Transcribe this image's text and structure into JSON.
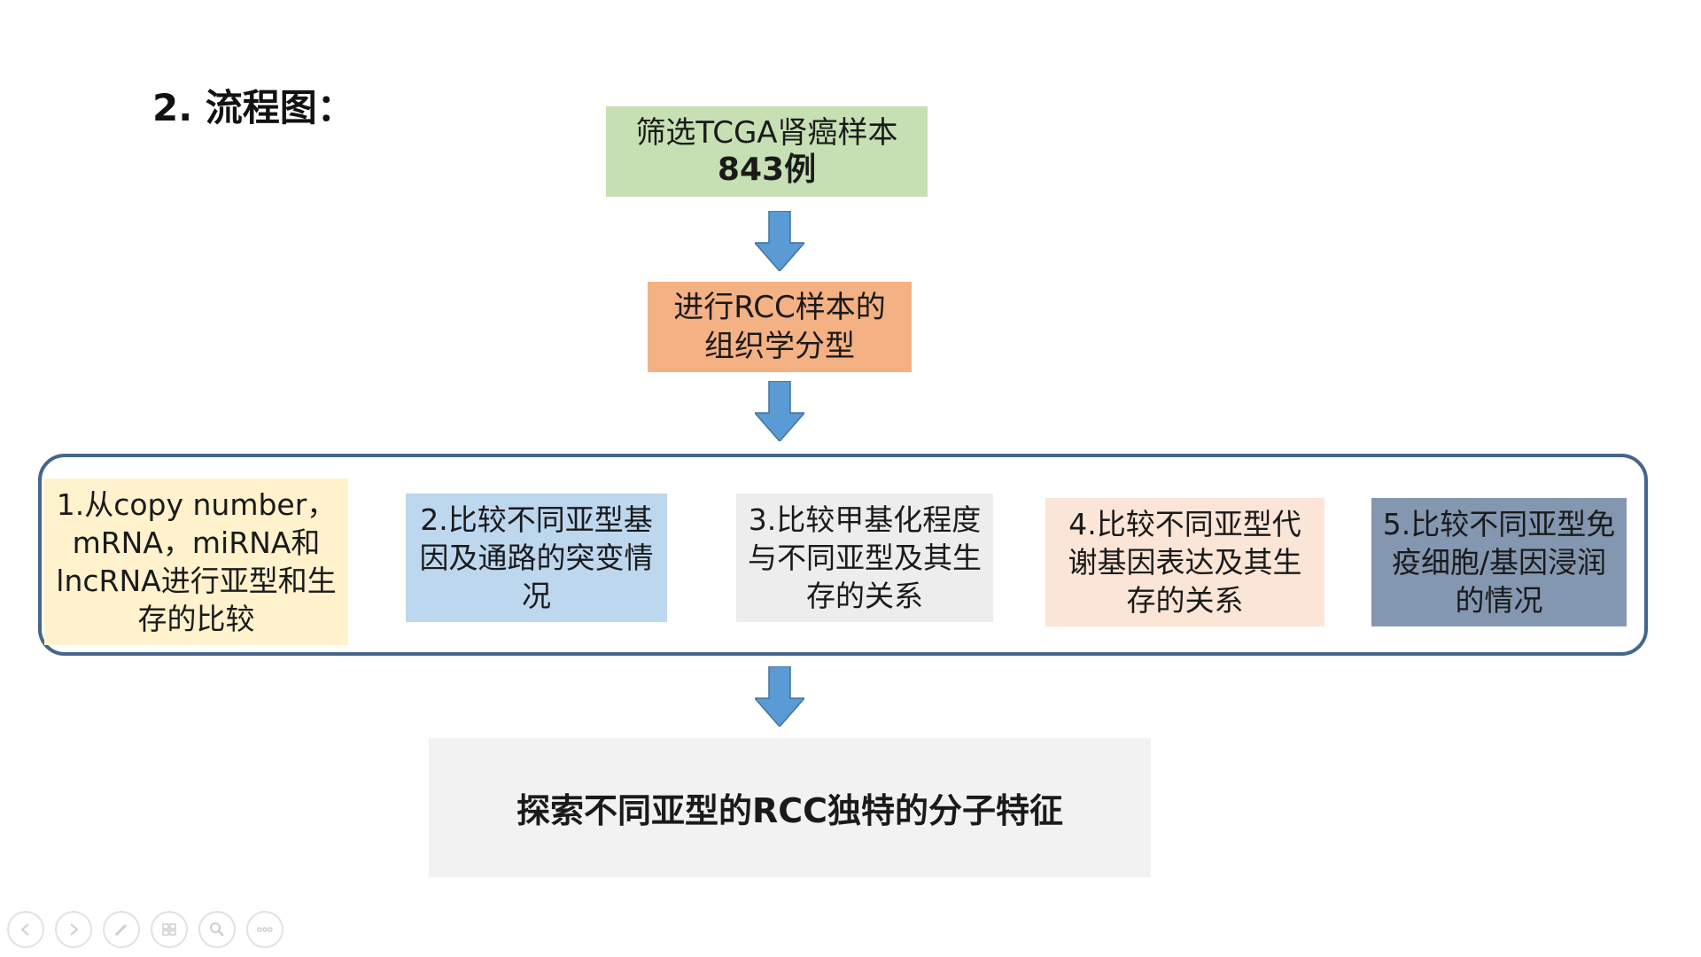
{
  "slide": {
    "title": "2. 流程图："
  },
  "flow": {
    "start": {
      "line1": "筛选TCGA肾癌样本",
      "line2": "843例"
    },
    "histology": {
      "line1": "进行RCC样本的",
      "line2": "组织学分型"
    },
    "analyses": [
      {
        "text": "1.从copy number，mRNA，miRNA和lncRNA进行亚型和生存的比较"
      },
      {
        "text": "2.比较不同亚型基因及通路的突变情况"
      },
      {
        "text": "3.比较甲基化程度与不同亚型及其生存的关系"
      },
      {
        "text": "4.比较不同亚型代谢基因表达及其生存的关系"
      },
      {
        "text": "5.比较不同亚型免疫细胞/基因浸润的情况"
      }
    ],
    "result": {
      "text": "探索不同亚型的RCC独特的分子特征"
    }
  },
  "colors": {
    "start_box": "#c6e0b4",
    "histology_box": "#f4b183",
    "analysis_1": "#fff2cc",
    "analysis_2": "#bdd7ee",
    "analysis_3": "#ededed",
    "analysis_4": "#fbe5d6",
    "analysis_5": "#8497b0",
    "group_border": "#44668c",
    "arrow": "#5b9bd5",
    "result_box": "#f2f2f2"
  },
  "toolbar": {
    "icons": [
      "previous-icon",
      "next-icon",
      "pen-icon",
      "slides-icon",
      "zoom-icon",
      "more-icon"
    ]
  }
}
